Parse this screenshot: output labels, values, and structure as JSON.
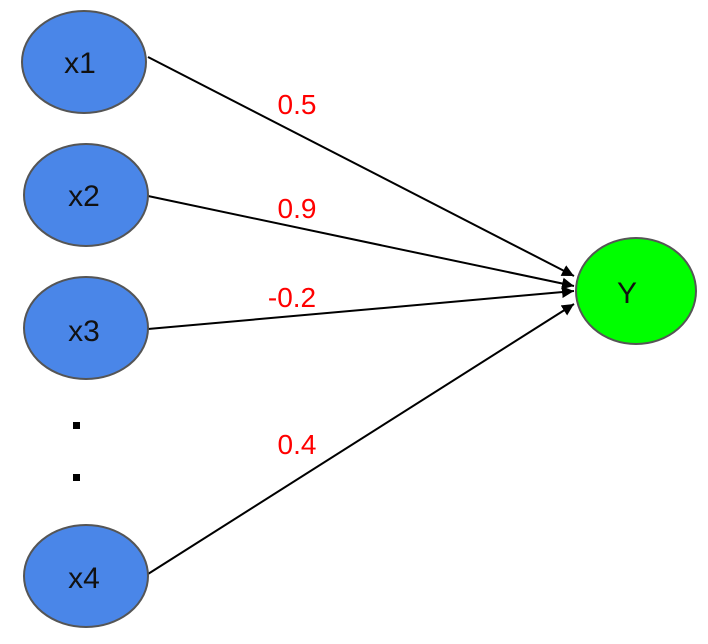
{
  "colors": {
    "input_fill": "#4a86e8",
    "output_fill": "#00ff00",
    "node_stroke": "#555555",
    "edge_color": "#000000",
    "weight_color": "#ff0000"
  },
  "inputs": [
    {
      "id": "x1",
      "label": "x1"
    },
    {
      "id": "x2",
      "label": "x2"
    },
    {
      "id": "x3",
      "label": "x3"
    },
    {
      "id": "x4",
      "label": "x4"
    }
  ],
  "output": {
    "id": "Y",
    "label": "Y"
  },
  "edges": [
    {
      "from": "x1",
      "to": "Y",
      "weight": "0.5"
    },
    {
      "from": "x2",
      "to": "Y",
      "weight": "0.9"
    },
    {
      "from": "x3",
      "to": "Y",
      "weight": "-0.2"
    },
    {
      "from": "x4",
      "to": "Y",
      "weight": "0.4"
    }
  ],
  "ellipsis": ".."
}
